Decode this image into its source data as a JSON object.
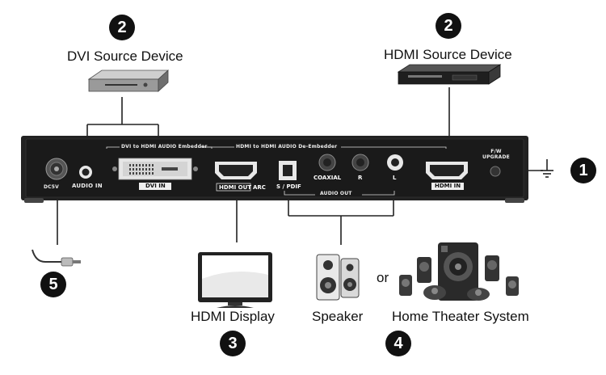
{
  "callouts": {
    "dvi_source_number": "2",
    "hdmi_source_number": "2",
    "ground_number": "1",
    "display_number": "3",
    "audio_number": "4",
    "power_number": "5"
  },
  "labels": {
    "dvi_source_device": "DVI Source Device",
    "hdmi_source_device": "HDMI Source Device",
    "hdmi_display": "HDMI Display",
    "speaker": "Speaker",
    "or": "or",
    "home_theater": "Home Theater System"
  },
  "panel": {
    "dvi_embedder_caption": "DVI to HDMI AUDIO Embedder",
    "hdmi_deembedder_caption": "HDMI to HDMI AUDIO De-Embedder",
    "fw_upgrade": "F/W\nUPGRADE",
    "dc_label": "DC5V",
    "audio_in": "AUDIO IN",
    "dvi_in": "DVI IN",
    "hdmi_out": "HDMI OUT",
    "arc": "ARC",
    "spdif": "S / PDIF",
    "coaxial": "COAXIAL",
    "right": "R",
    "left": "L",
    "audio_out": "AUDIO OUT",
    "hdmi_in": "HDMI IN"
  }
}
